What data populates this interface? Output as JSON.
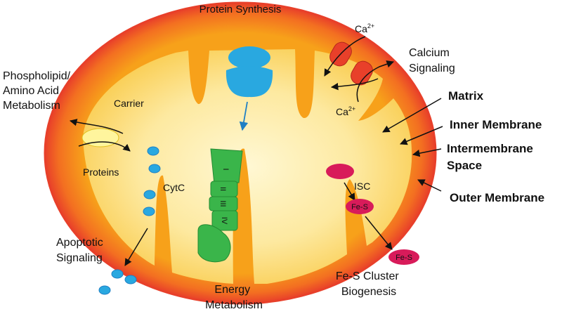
{
  "labels": {
    "protein_synthesis": "Protein Synthesis",
    "ca_top": "Ca",
    "ca_top_sup": "2+",
    "ca_bottom": "Ca",
    "ca_bottom_sup": "2+",
    "calcium_signaling_line1": "Calcium",
    "calcium_signaling_line2": "Signaling",
    "phospholipid_line1": "Phospholipid/",
    "phospholipid_line2": "Amino Acid",
    "phospholipid_line3": "Metabolism",
    "carrier": "Carrier",
    "proteins": "Proteins",
    "cytc": "CytC",
    "apoptotic_line1": "Apoptotic",
    "apoptotic_line2": "Signaling",
    "energy_line1": "Energy",
    "energy_line2": "Metabolism",
    "isc": "ISC",
    "fes_inner": "Fe-S",
    "fes_outer": "Fe-S",
    "fes_cluster_line1": "Fe-S Cluster",
    "fes_cluster_line2": "Biogenesis",
    "complex_I": "I",
    "complex_II": "II",
    "complex_III": "III",
    "complex_IV": "IV",
    "matrix": "Matrix",
    "inner_membrane": "Inner Membrane",
    "intermembrane_line1": "Intermembrane",
    "intermembrane_line2": "Space",
    "outer_membrane": "Outer Membrane"
  },
  "colors": {
    "outer_membrane": "#e8402a",
    "intermembrane": "#f7a11a",
    "matrix_center": "#fdf3c0",
    "matrix_edge": "#f9c843",
    "ribosome": "#29a8e0",
    "etc_complex": "#3ab54a",
    "iron_sulfur": "#d81b5a",
    "calcium_channel": "#e8402a",
    "carrier": "#fff59d"
  }
}
